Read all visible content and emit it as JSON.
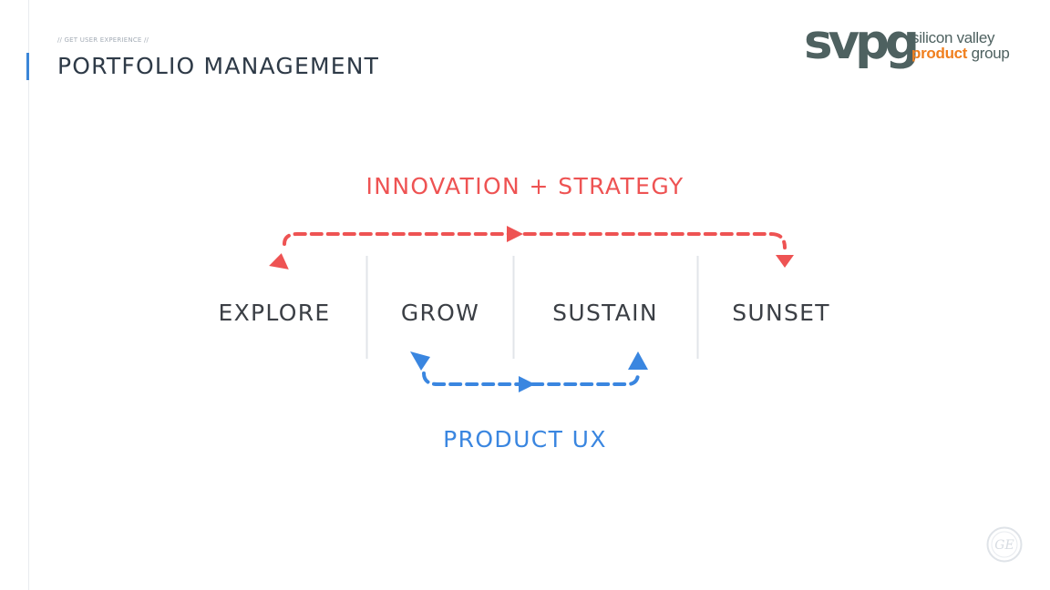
{
  "header": {
    "eyebrow": "// GET USER EXPERIENCE //",
    "title": "PORTFOLIO MANAGEMENT"
  },
  "logo": {
    "mark": "svpg",
    "line1": "silicon valley",
    "line2_strong": "product",
    "line2_rest": " group"
  },
  "diagram": {
    "top_label": "INNOVATION + STRATEGY",
    "bottom_label": "PRODUCT UX",
    "stages": [
      "EXPLORE",
      "GROW",
      "SUSTAIN",
      "SUNSET"
    ]
  },
  "colors": {
    "innovation": "#ee5353",
    "product_ux": "#3a86e0",
    "stage_text": "#3b3f45",
    "divider": "#e2e5e9",
    "accent": "#3b86d8"
  },
  "watermark": {
    "seal_text": "GE",
    "icon": "ge-monogram-icon"
  }
}
